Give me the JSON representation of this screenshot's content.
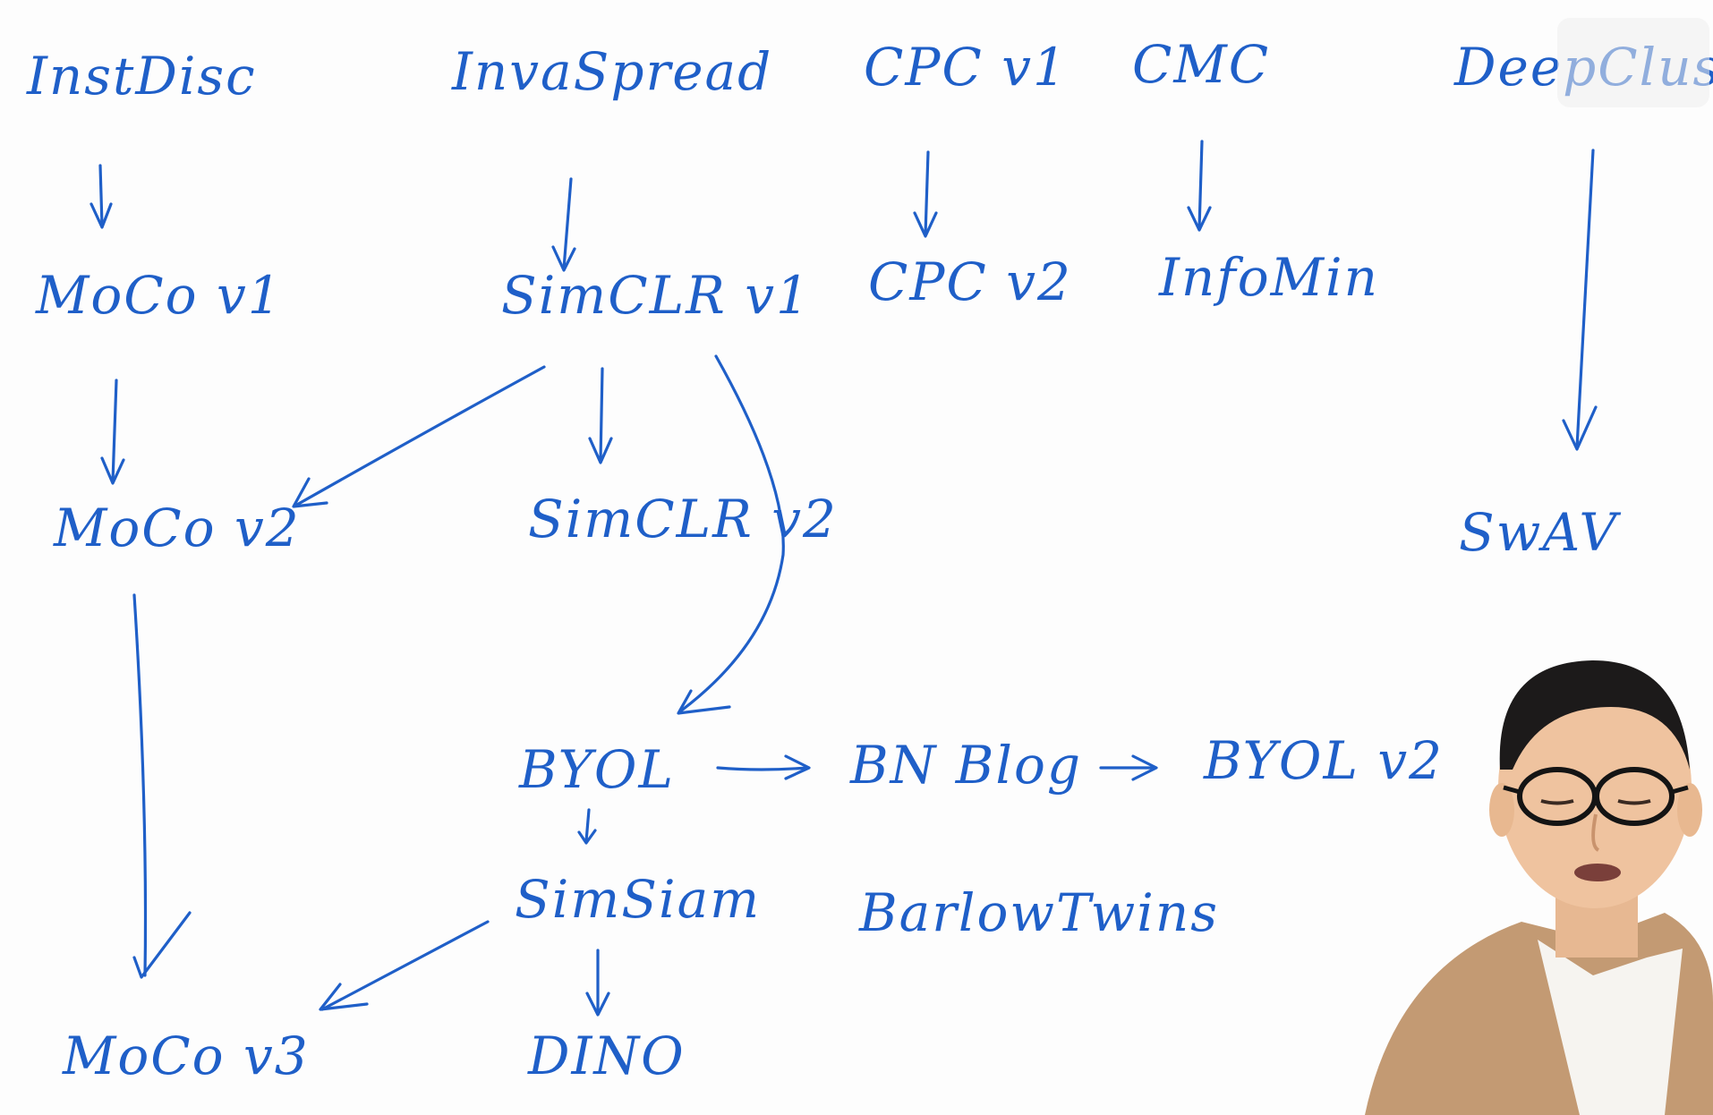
{
  "nodes": {
    "instdisc": "InstDisc",
    "invaspread": "InvaSpread",
    "cpcv1": "CPC v1",
    "cmc": "CMC",
    "deepcluster": "DeepCluster",
    "mocov1": "MoCo v1",
    "simclrv1": "SimCLR v1",
    "cpcv2": "CPC v2",
    "infomin": "InfoMin",
    "mocov2": "MoCo v2",
    "simclrv2": "SimCLR v2",
    "swav": "SwAV",
    "byol": "BYOL",
    "bnblog": "BN Blog",
    "byolv2": "BYOL v2",
    "simsiam": "SimSiam",
    "barlowtwins": "BarlowTwins",
    "mocov3": "MoCo v3",
    "dino": "DINO"
  },
  "colors": {
    "ink": "#1f5fc8",
    "board": "#fdfdfd"
  },
  "presenter": {
    "description": "presenter-video-overlay"
  },
  "watermark": {
    "icon": "bilibili-watermark-icon"
  }
}
